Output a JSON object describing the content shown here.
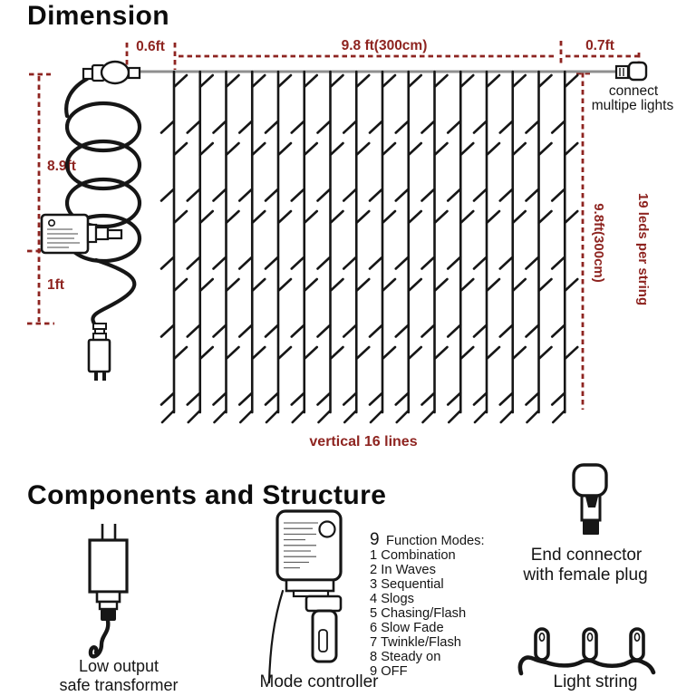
{
  "colors": {
    "accent": "#8e2420",
    "ink": "#161616",
    "wire": "#8f8f8f"
  },
  "dimension": {
    "title": "Dimension",
    "measure_top_left": "0.6ft",
    "measure_top_width": "9.8 ft(300cm)",
    "measure_top_right": "0.7ft",
    "measure_left_drop": "8.9ft",
    "measure_left_plug": "1ft",
    "measure_right_height": "9.8ft(300cm)",
    "right_leds_note": "19 leds per string",
    "bottom_note": "vertical 16 lines",
    "connect_note_line1": "connect",
    "connect_note_line2": "multipe lights",
    "curtain": {
      "line_count": 16,
      "leds_per_string": 19
    }
  },
  "components": {
    "title": "Components and Structure",
    "transformer_label_line1": "Low output",
    "transformer_label_line2": "safe transformer",
    "controller_label": "Mode controller",
    "modes_count": "9",
    "modes_title": "Function Modes:",
    "modes": [
      "1 Combination",
      "2 In Waves",
      "3 Sequential",
      "4 Slogs",
      "5 Chasing/Flash",
      "6 Slow Fade",
      "7 Twinkle/Flash",
      "8 Steady on",
      "9 OFF"
    ],
    "end_connector_label_line1": "End connector",
    "end_connector_label_line2": "with female plug",
    "light_string_label": "Light string"
  }
}
